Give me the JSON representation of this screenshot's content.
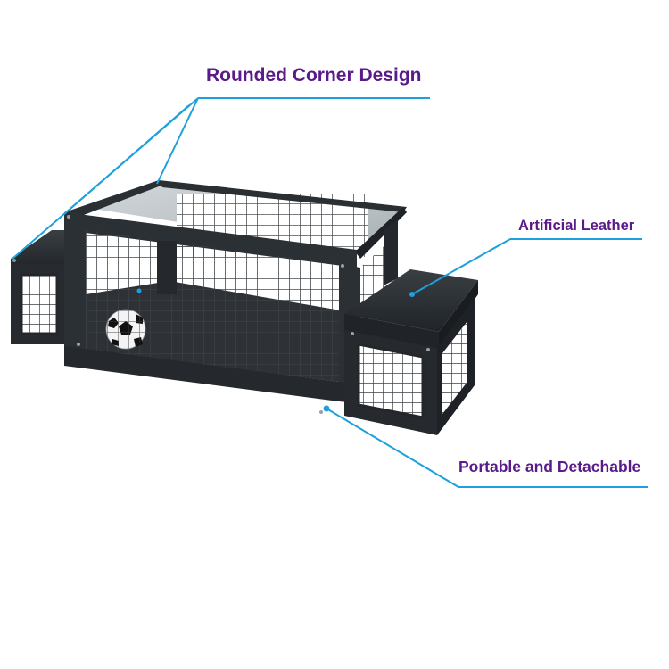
{
  "callouts": {
    "rounded_corner": "Rounded Corner Design",
    "leather": "Artificial Leather",
    "portable": "Portable and Detachable"
  },
  "colors": {
    "label_text": "#5a1a8a",
    "leader_line": "#1ea0dc",
    "frame": "#2a2f33",
    "frame_dark": "#1c2024",
    "mesh": "#353b40",
    "glass": "#b9c0c4",
    "cushion": "#2b2f33",
    "floor": "#2e3236",
    "ball_white": "#f4f4f4",
    "ball_black": "#111111"
  },
  "product": {
    "name": "football-cage-table-with-stools",
    "object": "soccer-ball"
  }
}
